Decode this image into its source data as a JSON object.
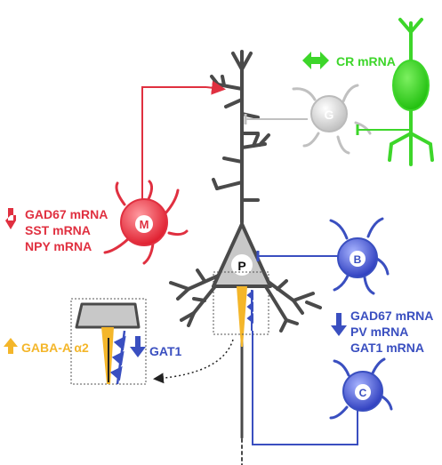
{
  "labels": {
    "cr": "CR mRNA",
    "red": [
      "GAD67 mRNA",
      "SST mRNA",
      "NPY mRNA"
    ],
    "blue": [
      "GAD67 mRNA",
      "PV mRNA",
      "GAT1 mRNA"
    ],
    "gaba": "GABA-A α2",
    "gat1": "GAT1"
  },
  "cells": {
    "martinotti": "M",
    "glial": "G",
    "basket": "B",
    "chandelier": "C",
    "pyramidal": "P"
  },
  "colors": {
    "red": "#e03040",
    "blue": "#3a4fc0",
    "green": "#3dd62a",
    "gray": "#444444",
    "light_gray": "#c8c8c8",
    "orange": "#f4b62a"
  }
}
